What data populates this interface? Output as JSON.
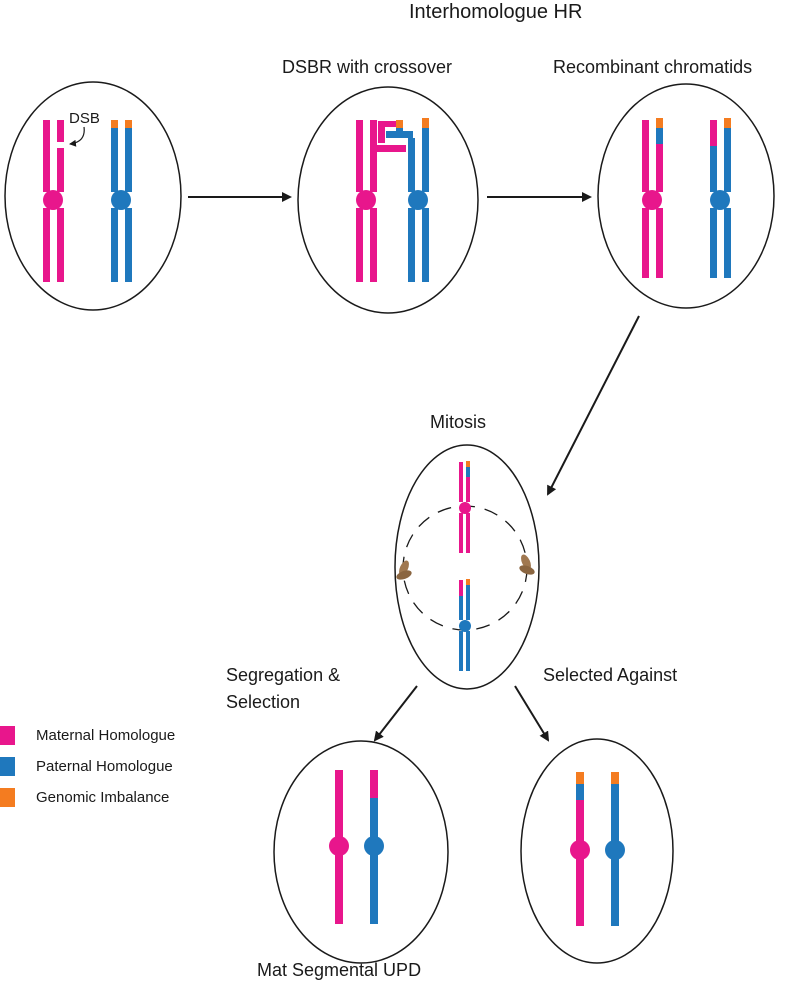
{
  "title": "Interhomologue HR",
  "stages": {
    "dsbr": "DSBR with crossover",
    "recombinant": "Recombinant chromatids",
    "mitosis": "Mitosis",
    "dsb": "DSB"
  },
  "outcomes": {
    "segregation_line1": "Segregation &",
    "segregation_line2": "Selection",
    "selected_against": "Selected Against",
    "result": "Mat Segmental UPD"
  },
  "legend": [
    {
      "label": "Maternal Homologue",
      "color": "#e8168c"
    },
    {
      "label": "Paternal Homologue",
      "color": "#1f78bd"
    },
    {
      "label": "Genomic Imbalance",
      "color": "#f47c20"
    }
  ],
  "colors": {
    "maternal": "#e8168c",
    "paternal": "#1f78bd",
    "imbalance": "#f47c20",
    "outline": "#1a1a1a",
    "spindle": "#a07850"
  }
}
